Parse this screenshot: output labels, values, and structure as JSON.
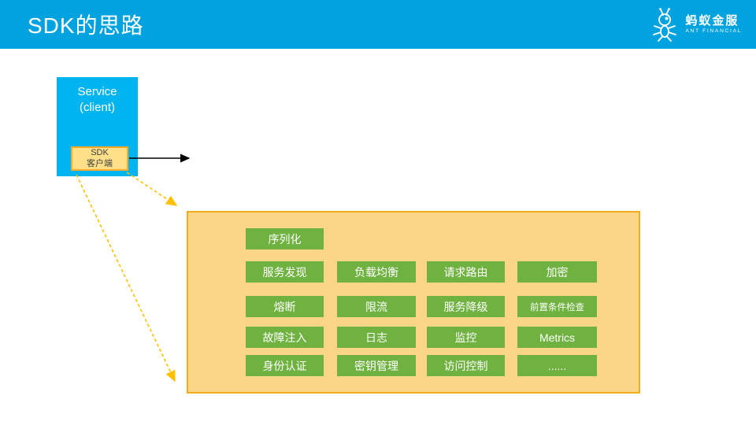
{
  "header": {
    "title": "SDK的思路"
  },
  "logo": {
    "brand": "蚂蚁金服",
    "subtitle": "ANT FINANCIAL"
  },
  "diagram": {
    "service_box": {
      "line1": "Service",
      "line2": "(client)"
    },
    "sdk_box": {
      "line1": "SDK",
      "line2": "客户端"
    },
    "panel": {
      "buttons": [
        {
          "label": "序列化"
        },
        {
          "label": "服务发现"
        },
        {
          "label": "负载均衡"
        },
        {
          "label": "请求路由"
        },
        {
          "label": "加密"
        },
        {
          "label": "熔断"
        },
        {
          "label": "限流"
        },
        {
          "label": "服务降级"
        },
        {
          "label": "前置条件检查"
        },
        {
          "label": "故障注入"
        },
        {
          "label": "日志"
        },
        {
          "label": "监控"
        },
        {
          "label": "Metrics"
        },
        {
          "label": "身份认证"
        },
        {
          "label": "密钥管理"
        },
        {
          "label": "访问控制"
        },
        {
          "label": "......"
        }
      ]
    }
  },
  "colors": {
    "header_bg": "#00A2E0",
    "service_bg": "#00B4F0",
    "panel_bg": "#FBD689",
    "panel_border": "#F1AE21",
    "feature_green": "#6FB240",
    "sdk_fill": "#FFE089",
    "sdk_border": "#FFA826",
    "connector_gold": "#FFC000",
    "arrow_black": "#000000"
  }
}
